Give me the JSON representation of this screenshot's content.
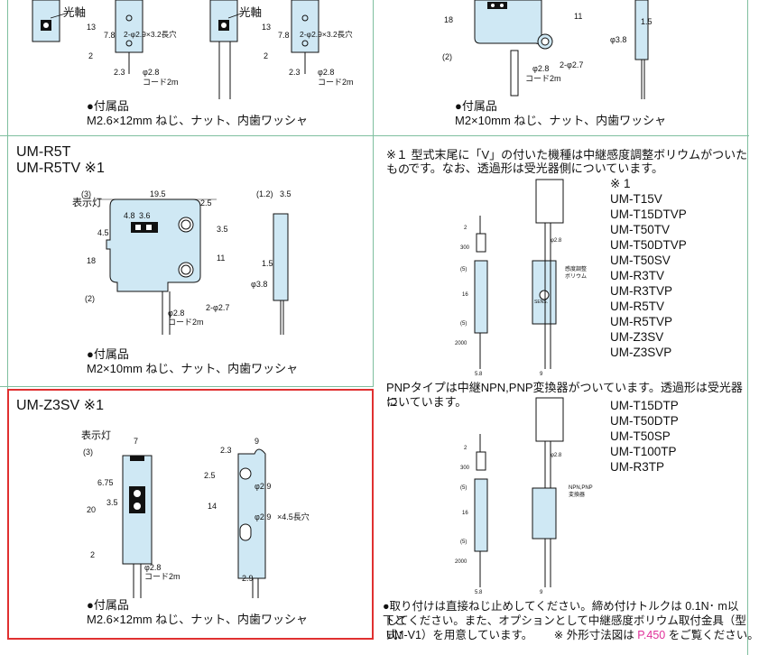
{
  "sections": {
    "tl": {
      "accessory_heading": "●付属品",
      "accessory_text": "M2.6×12mm ねじ、ナット、内歯ワッシャ",
      "dims": {
        "optical_axis": "光軸",
        "d13": "13",
        "d78": "7.8",
        "d2": "2",
        "d23": "2.3",
        "slot": "2-φ2.9×3.2長穴",
        "cable_d": "φ2.8",
        "cable_l": "コード2m"
      }
    },
    "tr": {
      "accessory_heading": "●付属品",
      "accessory_text": "M2×10mm ねじ、ナット、内歯ワッシャ",
      "dims": {
        "d18": "18",
        "d11": "11",
        "d15": "1.5",
        "d38": "φ3.8",
        "d2": "(2)",
        "holes": "2-φ2.7",
        "cable_d": "φ2.8",
        "cable_l": "コード2m"
      }
    },
    "ml": {
      "title_line1": "UM-R5T",
      "title_line2": "UM-R5TV ※1",
      "accessory_heading": "●付属品",
      "accessory_text": "M2×10mm ねじ、ナット、内歯ワッシャ",
      "dims": {
        "indicator": "表示灯",
        "d3": "(3)",
        "d195": "19.5",
        "d25": "2.5",
        "d12": "(1.2)",
        "d35a": "3.5",
        "d45": "4.5",
        "d48": "4.8",
        "d36": "3.6",
        "d35b": "3.5",
        "d11": "11",
        "d18": "18",
        "d15": "1.5",
        "d38": "φ3.8",
        "d2": "(2)",
        "holes": "2-φ2.7",
        "cable_d": "φ2.8",
        "cable_l": "コード2m"
      }
    },
    "bl": {
      "title": "UM-Z3SV ※1",
      "accessory_heading": "●付属品",
      "accessory_text": "M2.6×12mm ねじ、ナット、内歯ワッシャ",
      "dims": {
        "indicator": "表示灯",
        "d7": "7",
        "d3": "(3)",
        "d675": "6.75",
        "d35": "3.5",
        "d20": "20",
        "d2": "2",
        "d23": "2.3",
        "d9": "9",
        "d25": "2.5",
        "h1": "φ2.9",
        "d14": "14",
        "h2": "φ2.9",
        "slot": "×4.5長穴",
        "d29": "2.9",
        "cable_d": "φ2.8",
        "cable_l": "コード2m"
      }
    },
    "right": {
      "note1_line1": "※１ 型式末尾に「V」の付いた機種は中継感度調整ボリウムがついたもの",
      "note1_line2": "です。なお、透過形は受光器側についています。",
      "note1_mark": "※ 1",
      "models1": [
        "UM-T15V",
        "UM-T15DTVP",
        "UM-T50TV",
        "UM-T50DTVP",
        "UM-T50SV",
        "UM-R3TV",
        "UM-R3TVP",
        "UM-R5TV",
        "UM-R5TVP",
        "UM-Z3SV",
        "UM-Z3SVP"
      ],
      "fig1": {
        "d2": "2",
        "d300": "300",
        "d5a": "(5)",
        "d16": "16",
        "d5b": "(5)",
        "d2000": "2000",
        "d58": "5.8",
        "d9": "9",
        "cable": "φ2.8",
        "label": "感度調整\nボリウム",
        "sens": "SENS."
      },
      "note2_line1": "PNPタイプは中継NPN,PNP変換器がついています。透過形は受光器に",
      "note2_line2": "ついています。",
      "models2": [
        "UM-T15DTP",
        "UM-T50DTP",
        "UM-T50SP",
        "UM-T100TP",
        "UM-R3TP"
      ],
      "fig2": {
        "d2": "2",
        "d300": "300",
        "d5a": "(5)",
        "d16": "16",
        "d5b": "(5)",
        "d2000": "2000",
        "d58": "5.8",
        "d9": "9",
        "cable": "φ2.8",
        "label": "NPN,PNP\n変換器"
      },
      "footer_line1": "●取り付けは直接ねじ止めしてください。締め付けトルクは 0.1N･ m以下と",
      "footer_line2": "してください。また、オプションとして中継感度ボリウム取付金具（型式：",
      "footer_line3_a": "UM-V1）を用意しています。",
      "footer_line3_b": "※ 外形寸法図は",
      "footer_link": "P.450",
      "footer_line3_c": "をご覧ください。"
    }
  }
}
